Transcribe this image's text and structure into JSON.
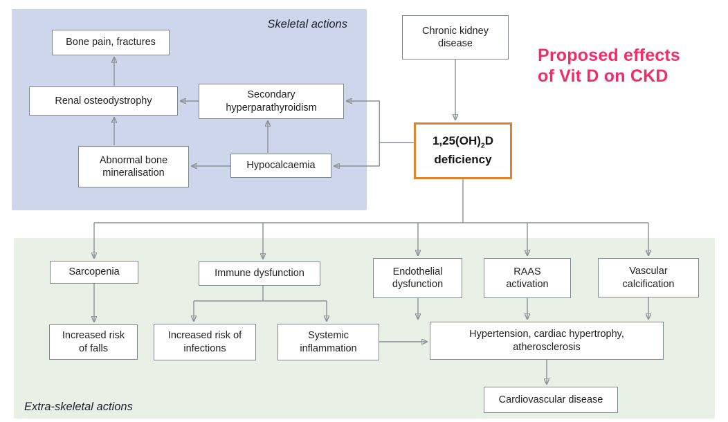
{
  "title": {
    "line1": "Proposed effects",
    "line2": "of Vit D on CKD",
    "color": "#F02D68"
  },
  "regions": {
    "skeletal": {
      "label": "Skeletal actions",
      "bg_color": "#CED6EB"
    },
    "extra_skeletal": {
      "label": "Extra-skeletal actions",
      "bg_color": "#E9F1E6"
    }
  },
  "nodes": {
    "chronic_kidney_disease": {
      "label": "Chronic kidney\ndisease"
    },
    "vitd_deficiency": {
      "formula_main": "1,25(OH)",
      "formula_sub": "2",
      "formula_end": "D",
      "line2": "deficiency",
      "border_color": "#E0812F"
    },
    "bone_pain_fractures": {
      "label": "Bone pain, fractures"
    },
    "renal_osteodystrophy": {
      "label": "Renal osteodystrophy"
    },
    "secondary_hyperparathyroidism": {
      "label": "Secondary\nhyperparathyroidism"
    },
    "abnormal_bone_mineralisation": {
      "label": "Abnormal bone\nmineralisation"
    },
    "hypocalcaemia": {
      "label": "Hypocalcaemia"
    },
    "sarcopenia": {
      "label": "Sarcopenia"
    },
    "immune_dysfunction": {
      "label": "Immune dysfunction"
    },
    "increased_risk_of_falls": {
      "label": "Increased risk\nof falls"
    },
    "increased_risk_of_infections": {
      "label": "Increased risk of\ninfections"
    },
    "systemic_inflammation": {
      "label": "Systemic\ninflammation"
    },
    "endothelial_dysfunction": {
      "label": "Endothelial\ndysfunction"
    },
    "raas_activation": {
      "label": "RAAS\nactivation"
    },
    "vascular_calcification": {
      "label": "Vascular\ncalcification"
    },
    "hypertension_cardiac_hypertrophy": {
      "label": "Hypertension, cardiac hypertrophy,\natherosclerosis"
    },
    "cardiovascular_disease": {
      "label": "Cardiovascular disease"
    }
  },
  "edges": [
    {
      "from": "Chronic kidney disease",
      "to": "1,25(OH)2D deficiency"
    },
    {
      "from": "1,25(OH)2D deficiency",
      "to": "Secondary hyperparathyroidism"
    },
    {
      "from": "1,25(OH)2D deficiency",
      "to": "Hypocalcaemia"
    },
    {
      "from": "Secondary hyperparathyroidism",
      "to": "Renal osteodystrophy"
    },
    {
      "from": "Hypocalcaemia",
      "to": "Secondary hyperparathyroidism"
    },
    {
      "from": "Hypocalcaemia",
      "to": "Abnormal bone mineralisation"
    },
    {
      "from": "Abnormal bone mineralisation",
      "to": "Renal osteodystrophy"
    },
    {
      "from": "Renal osteodystrophy",
      "to": "Bone pain, fractures"
    },
    {
      "from": "1,25(OH)2D deficiency",
      "to": "Sarcopenia"
    },
    {
      "from": "1,25(OH)2D deficiency",
      "to": "Immune dysfunction"
    },
    {
      "from": "1,25(OH)2D deficiency",
      "to": "Endothelial dysfunction"
    },
    {
      "from": "1,25(OH)2D deficiency",
      "to": "RAAS activation"
    },
    {
      "from": "1,25(OH)2D deficiency",
      "to": "Vascular calcification"
    },
    {
      "from": "Sarcopenia",
      "to": "Increased risk of falls"
    },
    {
      "from": "Immune dysfunction",
      "to": "Increased risk of infections"
    },
    {
      "from": "Immune dysfunction",
      "to": "Systemic inflammation"
    },
    {
      "from": "Systemic inflammation",
      "to": "Hypertension, cardiac hypertrophy, atherosclerosis"
    },
    {
      "from": "Endothelial dysfunction",
      "to": "Hypertension, cardiac hypertrophy, atherosclerosis"
    },
    {
      "from": "RAAS activation",
      "to": "Hypertension, cardiac hypertrophy, atherosclerosis"
    },
    {
      "from": "Vascular calcification",
      "to": "Hypertension, cardiac hypertrophy, atherosclerosis"
    },
    {
      "from": "Hypertension, cardiac hypertrophy, atherosclerosis",
      "to": "Cardiovascular disease"
    }
  ],
  "colors": {
    "connector": "#8A9096",
    "node_border": "#7E868D",
    "node_fill": "#FFFFFF",
    "text": "#1E1E1E",
    "title": "#F02D68",
    "deficiency_border": "#E0812F",
    "skeletal_bg": "#CED6EB",
    "extra_skeletal_bg": "#E9F1E6"
  }
}
